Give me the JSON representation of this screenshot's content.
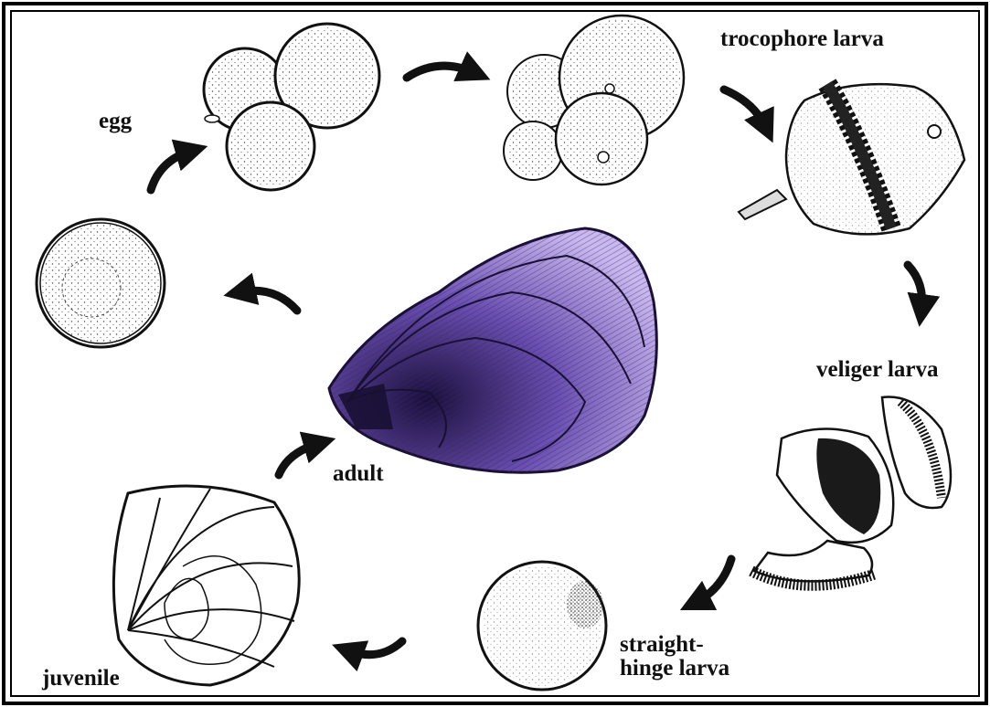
{
  "stages": {
    "egg": "egg",
    "trocophore": "trocophore larva",
    "veliger": "veliger larva",
    "straight_hinge": "straight-\nhinge larva",
    "juvenile": "juvenile",
    "adult": "adult"
  },
  "colors": {
    "ink": "#111111",
    "shell_purple": "#4a2f8a",
    "background": "#ffffff"
  }
}
